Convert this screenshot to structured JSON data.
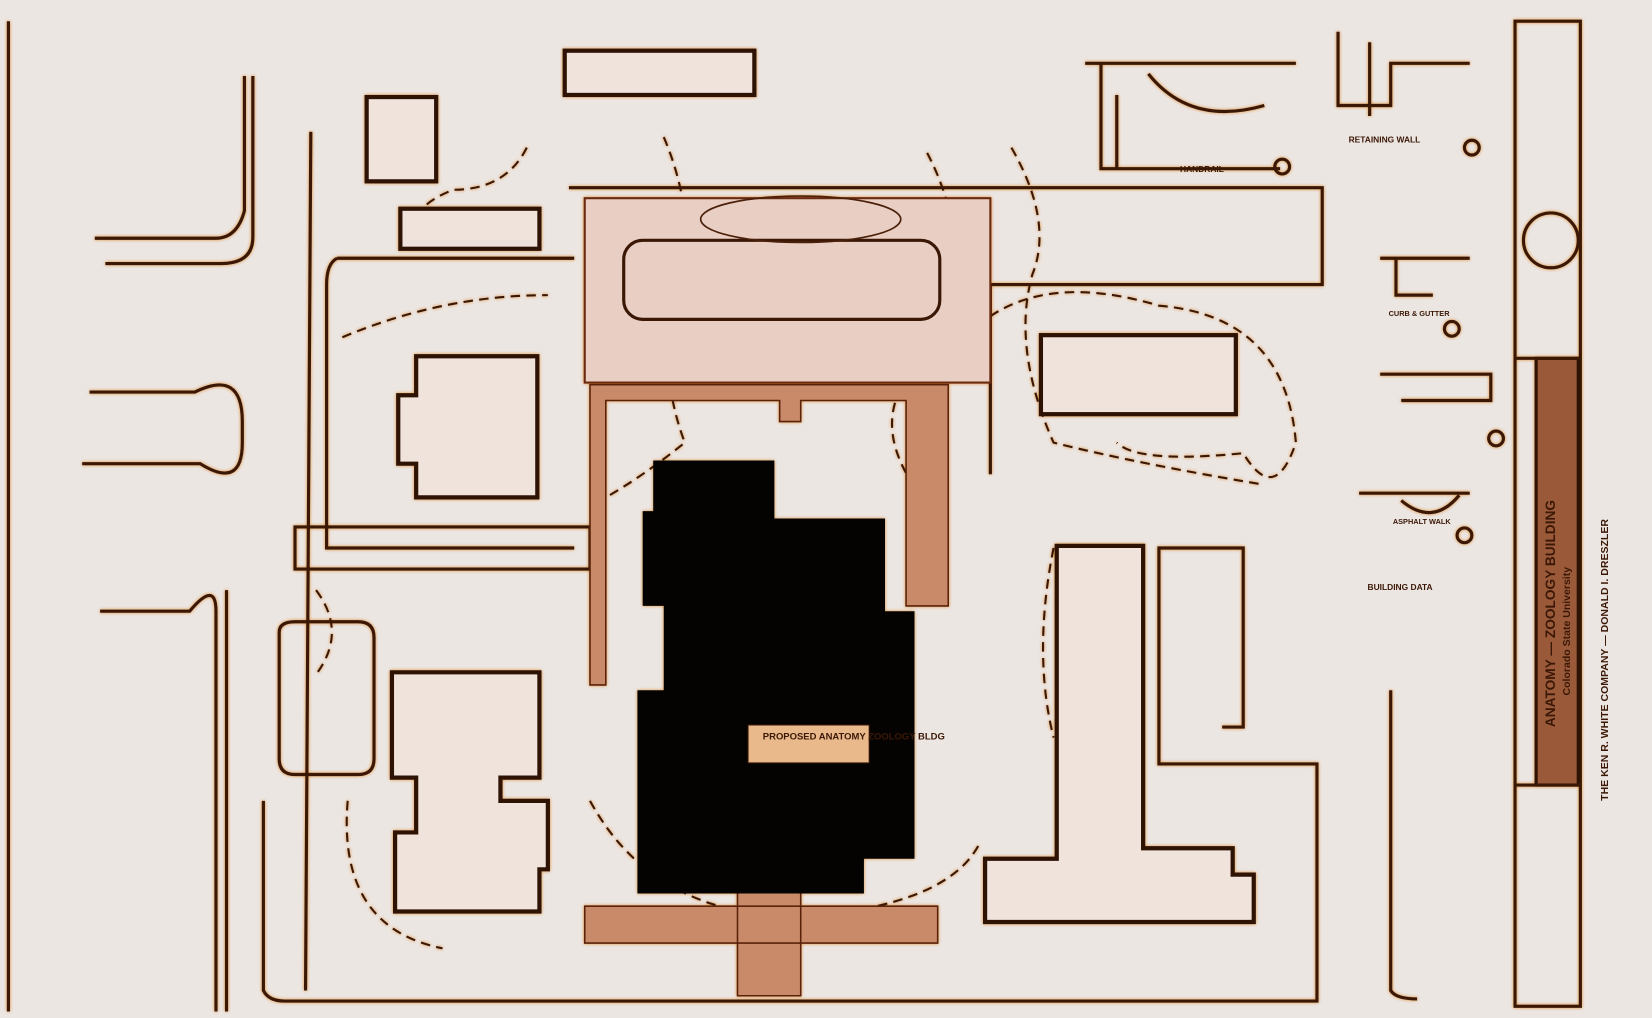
{
  "drawing": {
    "title": "ANATOMY — ZOOLOGY BUILDING",
    "client": "Colorado State University",
    "architect": "THE KEN R. WHITE COMPANY — DONALD I. DRESZLER",
    "proposed_building_label": "PROPOSED ANATOMY ZOOLOGY BLDG",
    "details": {
      "retaining_wall": "RETAINING WALL",
      "building_data": "BUILDING DATA",
      "handrail": "HANDRAIL",
      "curb_gutter": "CURB & GUTTER",
      "asphalt_walk": "ASPHALT WALK"
    },
    "colors": {
      "paper": "#ece6e3",
      "ink": "#3b1806",
      "paving": "#e9cfc3",
      "brick": "#c98a6a",
      "building": "#050302"
    }
  }
}
